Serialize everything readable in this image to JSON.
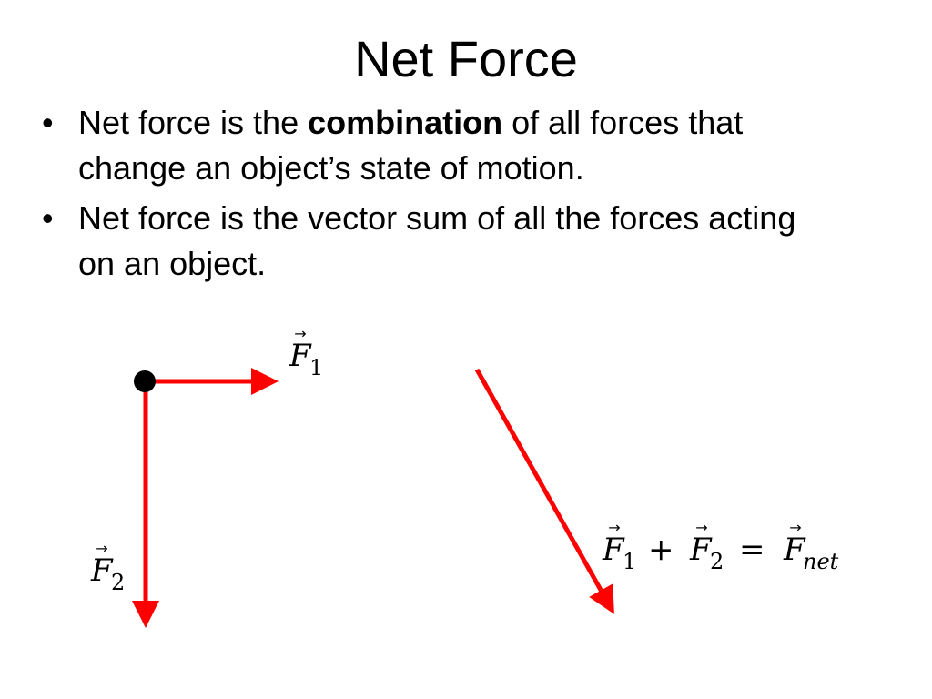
{
  "slide": {
    "title": "Net Force",
    "bullets": [
      {
        "mark": "•",
        "pre": "Net force is the ",
        "bold": "combination",
        "post": " of all forces that change an object’s state of motion."
      },
      {
        "mark": "•",
        "pre": "Net force is the vector sum of all the forces acting on an object.",
        "bold": "",
        "post": ""
      }
    ]
  },
  "diagram": {
    "colors": {
      "arrow": "#ff0000",
      "point": "#000000",
      "text": "#000000"
    },
    "labels": {
      "vector_arrow": "→",
      "f1_symbol": "F",
      "f1_subscript": "1",
      "f2_symbol": "F",
      "f2_subscript": "2"
    },
    "equation": {
      "term1_symbol": "F",
      "term1_subscript": "1",
      "plus": "+",
      "term2_symbol": "F",
      "term2_subscript": "2",
      "equals": "=",
      "result_symbol": "F",
      "result_subscript": "net"
    }
  }
}
